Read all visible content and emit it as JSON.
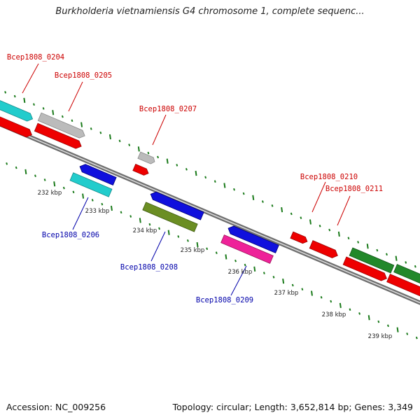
{
  "title": "Burkholderia vietnamiensis G4 chromosome 1, complete sequenc...",
  "footer": {
    "accession": "Accession: NC_009256",
    "topology": "Topology: circular; Length: 3,652,814 bp; Genes: 3,349"
  },
  "colors": {
    "strand_plus_label": "#cc0000",
    "strand_minus_label": "#0000aa",
    "backbone": "#777777",
    "tick": "#1a7a1a",
    "red": "#ee0000",
    "cyan": "#22cccc",
    "grey": "#bbbbbb",
    "blue": "#1010dd",
    "olive": "#6b8e23",
    "magenta": "#ee2299",
    "green": "#22882a"
  },
  "scale_labels": [
    "232 kbp",
    "233 kbp",
    "234 kbp",
    "235 kbp",
    "236 kbp",
    "237 kbp",
    "238 kbp",
    "239 kbp"
  ],
  "gene_labels": [
    {
      "name": "Bcep1808_0204",
      "strand": "plus"
    },
    {
      "name": "Bcep1808_0205",
      "strand": "plus"
    },
    {
      "name": "Bcep1808_0207",
      "strand": "plus"
    },
    {
      "name": "Bcep1808_0210",
      "strand": "plus"
    },
    {
      "name": "Bcep1808_0211",
      "strand": "plus"
    },
    {
      "name": "Bcep1808_0206",
      "strand": "minus"
    },
    {
      "name": "Bcep1808_0208",
      "strand": "minus"
    },
    {
      "name": "Bcep1808_0209",
      "strand": "minus"
    }
  ]
}
